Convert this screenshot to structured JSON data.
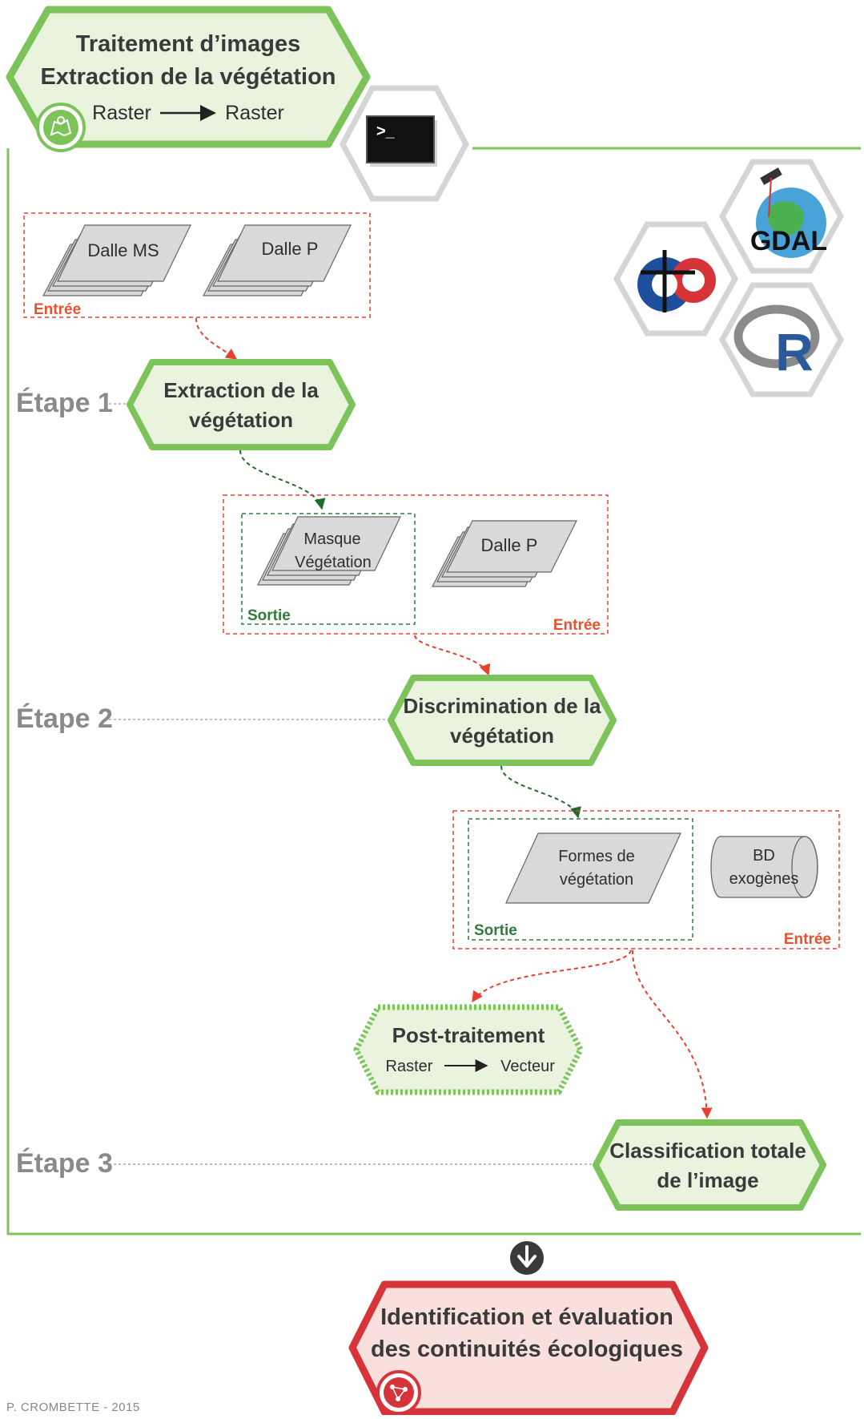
{
  "header": {
    "title_line1": "Traitement d’images",
    "title_line2": "Extraction de la végétation",
    "flow_from": "Raster",
    "flow_to": "Raster"
  },
  "tool_icons": [
    "terminal-icon",
    "otb-logo-icon",
    "gdal-logo-icon",
    "r-logo-icon"
  ],
  "gdal_logo_text": "GDAL",
  "r_logo_text": "R",
  "inputs_step1": {
    "dalle_ms": "Dalle MS",
    "dalle_p": "Dalle P",
    "label": "Entrée"
  },
  "steps": {
    "etape1": "Étape 1",
    "etape2": "Étape 2",
    "etape3": "Étape 3"
  },
  "step1": {
    "line1": "Extraction de la",
    "line2": "végétation"
  },
  "output_step1": {
    "masque_line1": "Masque",
    "masque_line2": "Végétation",
    "sortie_label": "Sortie",
    "dalle_p": "Dalle P",
    "entree_label": "Entrée"
  },
  "step2": {
    "line1": "Discrimination de la",
    "line2": "végétation"
  },
  "output_step2": {
    "formes_line1": "Formes de",
    "formes_line2": "végétation",
    "sortie_label": "Sortie",
    "bd_line1": "BD",
    "bd_line2": "exogènes",
    "entree_label": "Entrée"
  },
  "post_traitement": {
    "title": "Post-traitement",
    "flow_from": "Raster",
    "flow_to": "Vecteur"
  },
  "step3": {
    "line1": "Classification totale",
    "line2": "de l’image"
  },
  "final": {
    "line1": "Identification et évaluation",
    "line2": "des continuités écologiques"
  },
  "credit": "P. CROMBETTE - 2015",
  "colors": {
    "green_stroke": "#7cc35a",
    "green_fill": "#eaf3de",
    "red_stroke": "#d7343a",
    "red_fill": "#f9e0dc",
    "dashed_red": "#e8402f",
    "dashed_green": "#2f7a3c",
    "para_fill": "#d9d9d9"
  }
}
